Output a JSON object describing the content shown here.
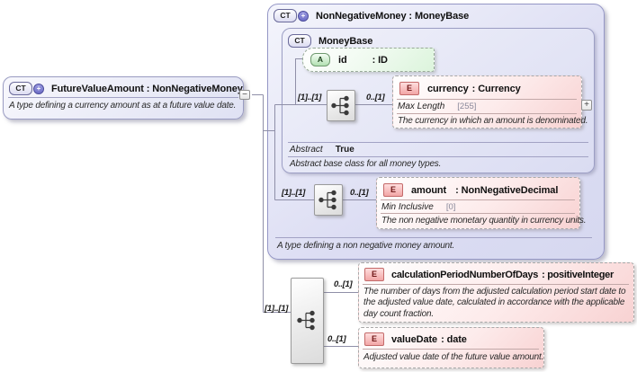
{
  "root_type": {
    "badge": "CT",
    "badge_plus": "+",
    "title": "FutureValueAmount : NonNegativeMoney",
    "description": "A type defining a currency amount as at a future value date.",
    "collapse": "−"
  },
  "nonnegative_money": {
    "badge": "CT",
    "badge_plus": "+",
    "title": "NonNegativeMoney : MoneyBase",
    "footer": "A type defining a non negative money amount.",
    "moneybase": {
      "badge": "CT",
      "title": "MoneyBase",
      "attribute_id": {
        "badge": "A",
        "name": "id",
        "type": ": ID"
      },
      "abstract_label": "Abstract",
      "abstract_value": "True",
      "abstract_note": "Abstract base class for all money types."
    },
    "seq1_cardinality": "[1]..[1]",
    "currency": {
      "badge": "E",
      "cardinality": "0..[1]",
      "name": "currency",
      "type": ": Currency",
      "facet_label": "Max Length",
      "facet_value": "[255]",
      "description": "The currency in which an amount is denominated.",
      "expand": "+"
    },
    "seq2_cardinality": "[1]..[1]",
    "amount": {
      "badge": "E",
      "cardinality": "0..[1]",
      "name": "amount",
      "type": ": NonNegativeDecimal",
      "facet_label": "Min Inclusive",
      "facet_value": "[0]",
      "description": "The non negative monetary quantity in currency units."
    }
  },
  "local_content": {
    "seq_cardinality": "[1]..[1]",
    "calculation_period_number_of_days": {
      "badge": "E",
      "cardinality": "0..[1]",
      "name": "calculationPeriodNumberOfDays",
      "type": ": positiveInteger",
      "description": "The number of days from the adjusted calculation period start date to the adjusted value date, calculated in accordance with the applicable day count fraction."
    },
    "value_date": {
      "badge": "E",
      "cardinality": "0..[1]",
      "name": "valueDate",
      "type": ": date",
      "description": "Adjusted value date of the future value amount."
    }
  }
}
